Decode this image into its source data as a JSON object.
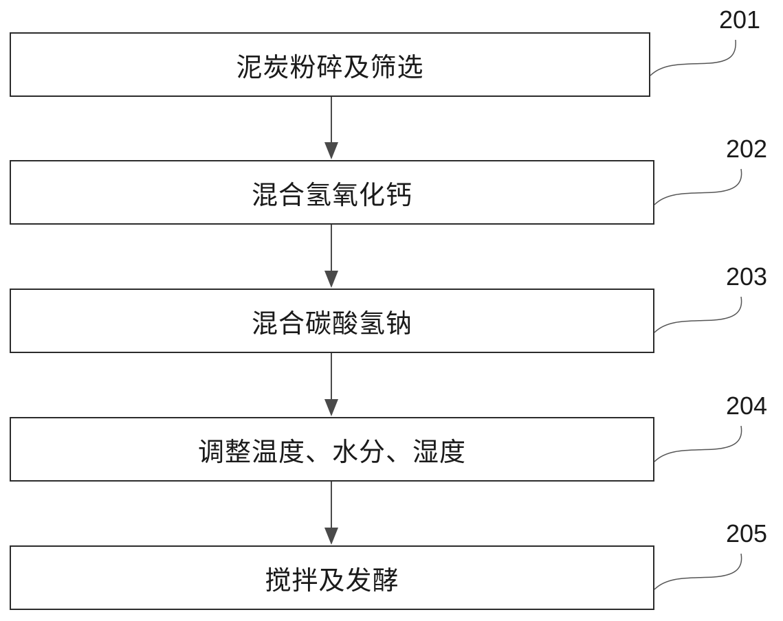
{
  "steps": [
    {
      "label": "泥炭粉碎及筛选",
      "number": "201"
    },
    {
      "label": "混合氢氧化钙",
      "number": "202"
    },
    {
      "label": "混合碳酸氢钠",
      "number": "203"
    },
    {
      "label": "调整温度、水分、湿度",
      "number": "204"
    },
    {
      "label": "搅拌及发酵",
      "number": "205"
    }
  ],
  "colors": {
    "stroke": "#2b2b2b",
    "leader": "#555555",
    "arrow": "#4a4a4a"
  }
}
